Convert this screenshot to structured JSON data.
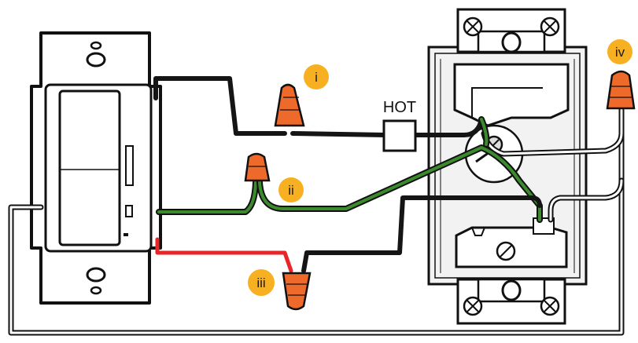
{
  "labels": {
    "hot": "HOT",
    "nut_i": "i",
    "nut_ii": "ii",
    "nut_iii": "iii",
    "nut_iv": "iv"
  },
  "colors": {
    "background": "#ffffff",
    "outline": "#111111",
    "wire_black": "#151515",
    "wire_red": "#e8262a",
    "wire_green": "#3b8a2c",
    "wire_white": "#ffffff",
    "wire_nut": "#ee6a2b",
    "badge": "#f7b021",
    "metal_box": "#f2f2f2"
  },
  "icons": {
    "dimmer": "dimmer-switch-icon",
    "receptacle": "three-way-switch-icon",
    "wire_nut": "wire-nut-icon"
  }
}
